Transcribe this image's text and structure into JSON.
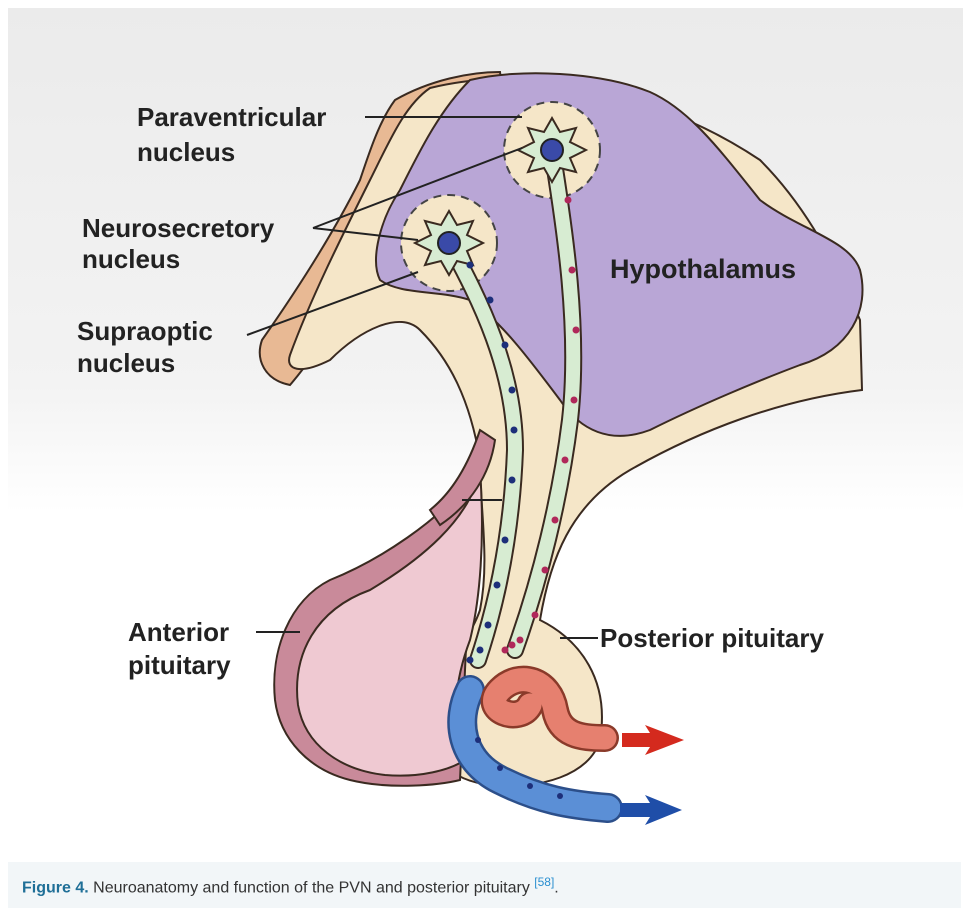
{
  "diagram": {
    "labels": {
      "paraventricular_1": "Paraventricular",
      "paraventricular_2": "nucleus",
      "neurosecretory_1": "Neurosecretory",
      "neurosecretory_2": "nucleus",
      "supraoptic_1": "Supraoptic",
      "supraoptic_2": "nucleus",
      "hypothalamus": "Hypothalamus",
      "anterior_1": "Anterior",
      "anterior_2": "pituitary",
      "posterior": "Posterior pituitary"
    },
    "colors": {
      "hypothalamus": "#b9a6d6",
      "tan_tissue": "#f5e6c8",
      "anterior_pituitary": "#efc9d2",
      "axon": "#d7ecd2",
      "artery": "#e6806f",
      "vein": "#5b8fd6",
      "arrow_in": "#d42a1e",
      "arrow_out": "#1f4ea8"
    }
  },
  "caption": {
    "label": "Figure 4.",
    "text": " Neuroanatomy and function of the PVN and posterior pituitary ",
    "citation": "[58]",
    "end": "."
  }
}
